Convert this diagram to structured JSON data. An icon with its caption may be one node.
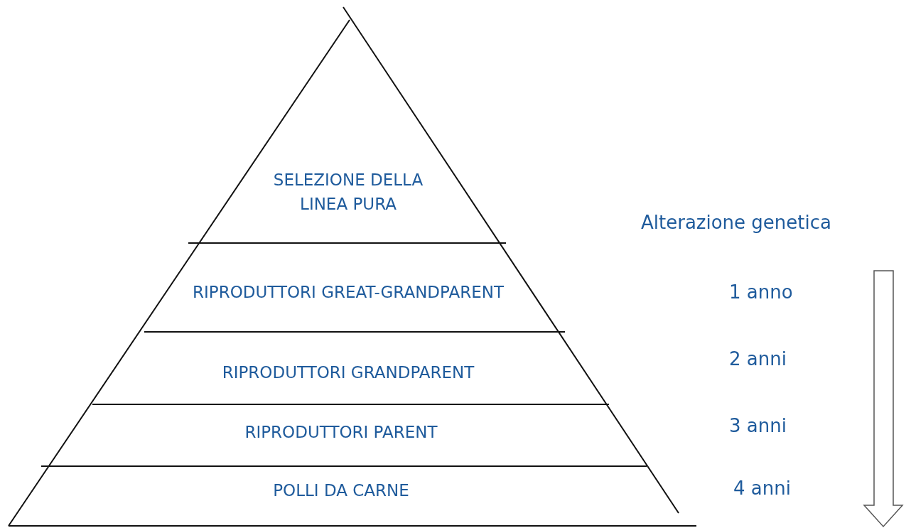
{
  "diagram": {
    "nodes": [
      {
        "text": [
          "SELEZIONE DELLA LINEA PURA"
        ]
      },
      {
        "text": [
          "RIPRODUTTORI GREAT-GRANDPARENT"
        ]
      },
      {
        "text": [
          "RIPRODUTTORI GRANDPARENT"
        ]
      },
      {
        "text": [
          "RIPRODUTTORI PARENT"
        ]
      },
      {
        "text": [
          "POLLI DA CARNE"
        ]
      }
    ],
    "labels": [
      "Alterazione genetica",
      "1 anno",
      "2 anni",
      "3 anni",
      "4 anni"
    ]
  }
}
